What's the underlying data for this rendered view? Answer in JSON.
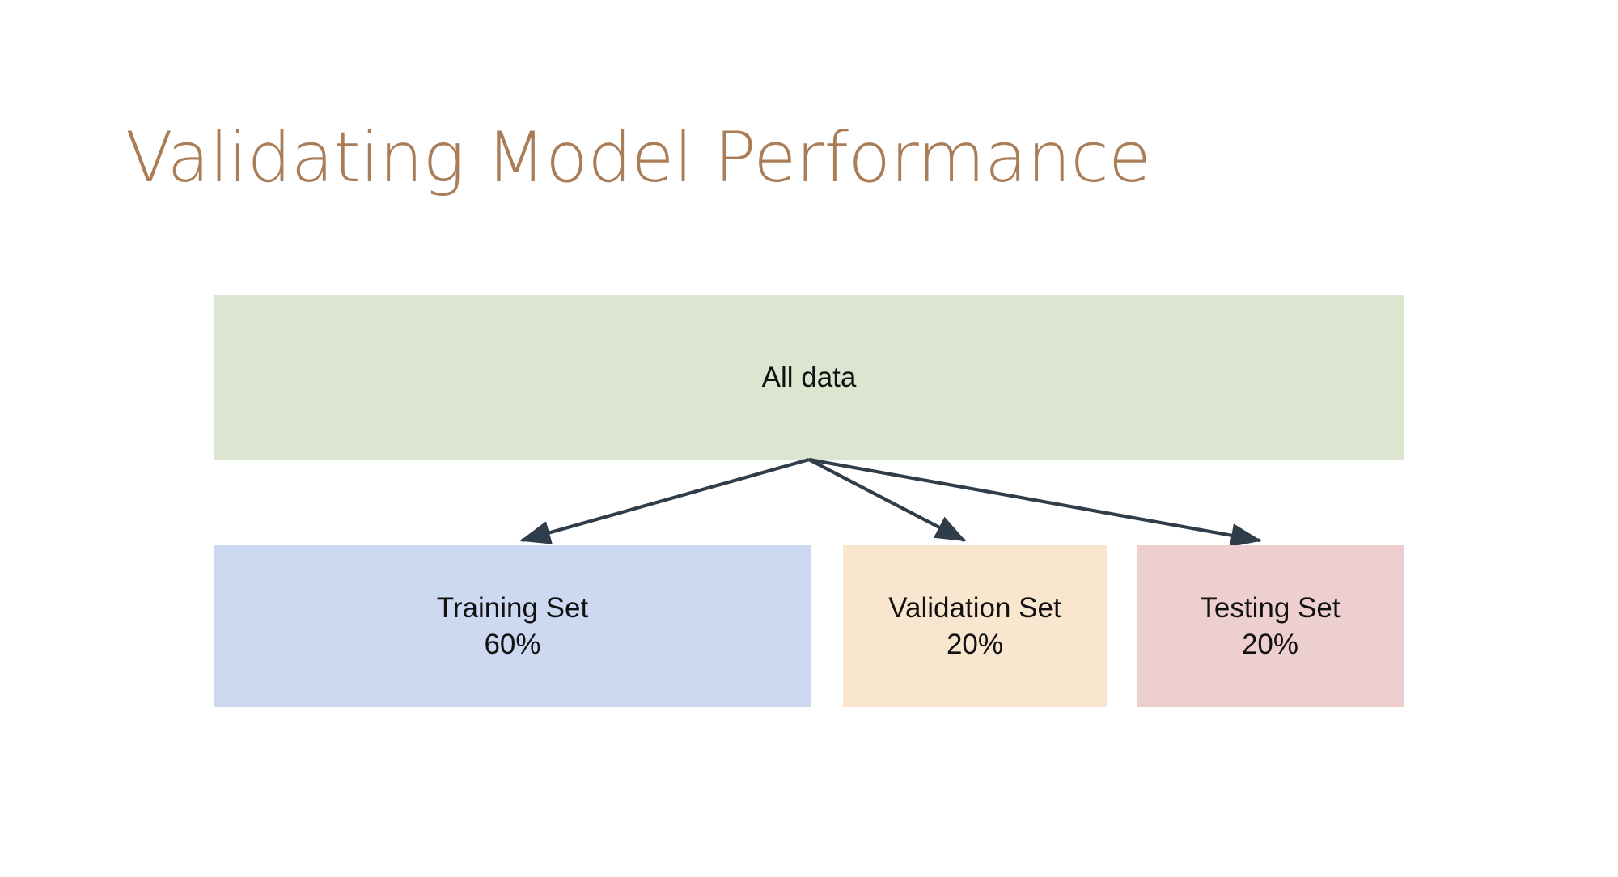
{
  "slide": {
    "title": "Validating Model Performance",
    "background_color": "#ffffff",
    "title_color": "#ab7d56"
  },
  "diagram": {
    "type": "flow-split",
    "source_node": {
      "id": "all-data",
      "label": "All data",
      "fill_color": "#dce5d0",
      "text_color": "#111111"
    },
    "split_nodes": [
      {
        "id": "training-set",
        "label": "Training Set",
        "percent": "60%",
        "fill_color": "#ccd9f1",
        "text_color": "#111111"
      },
      {
        "id": "validation-set",
        "label": "Validation Set",
        "percent": "20%",
        "fill_color": "#f9e6cf",
        "text_color": "#111111"
      },
      {
        "id": "testing-set",
        "label": "Testing Set",
        "percent": "20%",
        "fill_color": "#eecfcf",
        "text_color": "#111111"
      }
    ],
    "connectors": {
      "style": "single-line-with-arrowhead",
      "color": "#2f3d4a",
      "count": 3,
      "origin_label": "bottom-center of All data box",
      "targets": [
        "training-set",
        "validation-set",
        "testing-set"
      ]
    }
  }
}
